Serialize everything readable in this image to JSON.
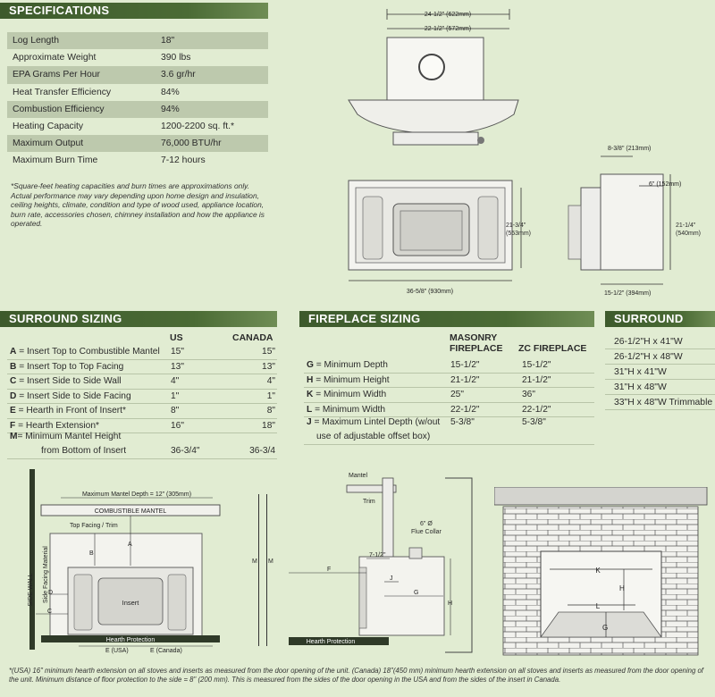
{
  "specifications": {
    "title": "SPECIFICATIONS",
    "rows": [
      {
        "label": "Log Length",
        "value": "18\""
      },
      {
        "label": "Approximate Weight",
        "value": "390 lbs"
      },
      {
        "label": "EPA Grams Per Hour",
        "value": "3.6 gr/hr"
      },
      {
        "label": "Heat Transfer Efficiency",
        "value": "84%"
      },
      {
        "label": "Combustion Efficiency",
        "value": "94%"
      },
      {
        "label": "Heating Capacity",
        "value": "1200-2200 sq. ft.*"
      },
      {
        "label": "Maximum Output",
        "value": "76,000 BTU/hr"
      },
      {
        "label": "Maximum Burn Time",
        "value": "7-12 hours"
      }
    ],
    "note": "*Square-feet heating capacities and burn times are approximations only. Actual performance may vary depending upon home design and insulation, ceiling heights, climate, condition and type of wood used, appliance location, burn rate, accessories chosen, chimney installation and how the appliance is operated."
  },
  "top_diagram": {
    "width_outer": "24-1/2\" (622mm)",
    "width_inner": "22-1/2\" (572mm)",
    "front_width": "36-5/8\" (930mm)",
    "front_height": "21-3/4\"\n(553mm)",
    "side_depth_top": "8-3/8\" (213mm)",
    "side_offset": "6\" (152mm)",
    "side_height": "21-1/4\"\n(540mm)",
    "side_depth": "15-1/2\" (394mm)"
  },
  "surround_sizing": {
    "title": "SURROUND SIZING",
    "col_us": "US",
    "col_ca": "CANADA",
    "rows": [
      {
        "key": "A",
        "label": " = Insert Top to Combustible Mantel",
        "us": "15\"",
        "ca": "15\""
      },
      {
        "key": "B",
        "label": " = Insert Top to Top Facing",
        "us": "13\"",
        "ca": "13\""
      },
      {
        "key": "C",
        "label": " = Insert Side to Side Wall",
        "us": "4\"",
        "ca": "4\""
      },
      {
        "key": "D",
        "label": " = Insert Side to Side Facing",
        "us": "1\"",
        "ca": "1\""
      },
      {
        "key": "E",
        "label": " = Hearth in Front of Insert*",
        "us": "8\"",
        "ca": "8\""
      },
      {
        "key": "F",
        "label": " = Hearth Extension*",
        "us": "16\"",
        "ca": "18\""
      }
    ],
    "mantel_row": {
      "key": "M",
      "label": " = Minimum Mantel Height",
      "sub": "from Bottom of Insert",
      "us": "36-3/4\"",
      "ca": "36-3/4"
    }
  },
  "fireplace_sizing": {
    "title": "FIREPLACE SIZING",
    "col_masonry": "MASONRY\nFIREPLACE",
    "col_zc": "ZC FIREPLACE",
    "rows": [
      {
        "key": "G",
        "label": " = Minimum Depth",
        "masonry": "15-1/2\"",
        "zc": "15-1/2\""
      },
      {
        "key": "H",
        "label": " = Minimum Height",
        "masonry": "21-1/2\"",
        "zc": "21-1/2\""
      },
      {
        "key": "K",
        "label": " = Minimum Width",
        "masonry": "25\"",
        "zc": "36\""
      },
      {
        "key": "L",
        "label": " = Minimum Width",
        "masonry": "22-1/2\"",
        "zc": "22-1/2\""
      }
    ],
    "lintel_row": {
      "key": "J",
      "label": " = Maximum Lintel Depth (w/out",
      "sub": "use of adjustable offset box)",
      "masonry": "5-3/8\"",
      "zc": "5-3/8\""
    }
  },
  "surround": {
    "title": "SURROUND",
    "items": [
      "26-1/2\"H x 41\"W",
      "26-1/2\"H x 48\"W",
      "31\"H x 41\"W",
      "31\"H x 48\"W",
      "33\"H x 48\"W Trimmable"
    ]
  },
  "bottom_diagram_1": {
    "mantel_depth": "Maximum Mantel Depth = 12\" (305mm)",
    "combustible_mantel": "COMBUSTIBLE MANTEL",
    "top_facing": "Top Facing / Trim",
    "side_facing": "Side Facing Material",
    "side_wall": "SIDE WALL",
    "insert": "Insert",
    "hearth": "Hearth Protection",
    "e_us": "E (USA)",
    "e_ca": "E (Canada)",
    "a": "A",
    "b": "B",
    "c": "C",
    "d": "D",
    "m": "M"
  },
  "bottom_diagram_2": {
    "mantel": "Mantel",
    "trim": "Trim",
    "flue": "6\" Ø\nFlue Collar",
    "dim": "7-1/2\"",
    "hearth": "Hearth Protection",
    "f": "F",
    "j": "J",
    "g": "G",
    "h": "H",
    "m": "M"
  },
  "bottom_diagram_3": {
    "k": "K",
    "h": "H",
    "l": "L",
    "g": "G"
  },
  "footer": "*(USA) 16\" minimum hearth extension on all stoves and inserts as measured from the door opening of the unit. (Canada) 18\"(450 mm) minimum hearth extension on all stoves and inserts as measured from the door opening of the unit. Minimum distance of floor protection to the side = 8\" (200 mm). This is measured from the sides of the door opening in the USA and from the sides of the insert in Canada."
}
